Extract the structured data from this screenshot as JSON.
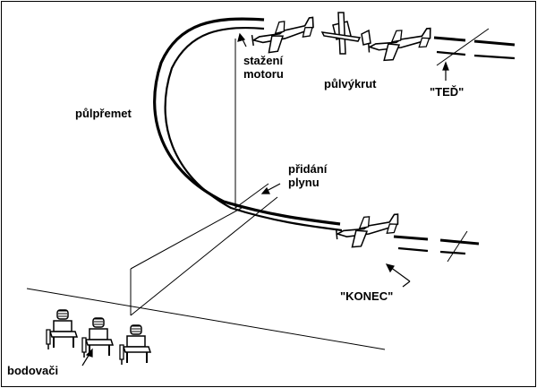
{
  "labels": {
    "stazeni_line1": "stažení",
    "stazeni_line2": "motoru",
    "pulvykrut": "půlvýkrut",
    "ted": "\"TEĎ\"",
    "pulpremet": "půlpřemet",
    "pridani_line1": "přidání",
    "pridani_line2": "plynu",
    "konec": "\"KONEC\"",
    "bodovaci": "bodovači"
  },
  "colors": {
    "ink": "#000000",
    "background": "#ffffff"
  },
  "icons": [
    "airplane-icon",
    "judge-icon",
    "arrow-icon"
  ]
}
